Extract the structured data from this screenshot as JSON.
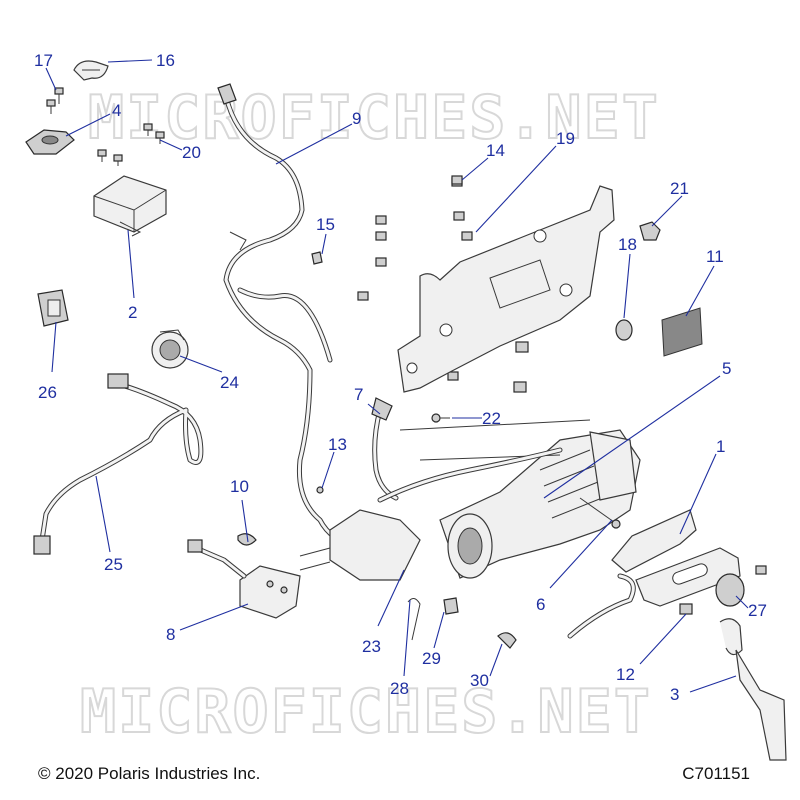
{
  "watermark_text": "MICROFICHES.NET",
  "footer": {
    "copyright": "© 2020 Polaris Industries Inc.",
    "figure_id": "C701151"
  },
  "callouts": [
    "1",
    "2",
    "3",
    "4",
    "5",
    "6",
    "7",
    "8",
    "9",
    "10",
    "11",
    "12",
    "13",
    "14",
    "15",
    "16",
    "17",
    "18",
    "19",
    "20",
    "21",
    "22",
    "23",
    "24",
    "25",
    "26",
    "27",
    "28",
    "29",
    "30"
  ],
  "colors": {
    "callout": "#1f2fa0",
    "line_art": "#3a3a3a",
    "watermark": "#d8d8d8"
  }
}
